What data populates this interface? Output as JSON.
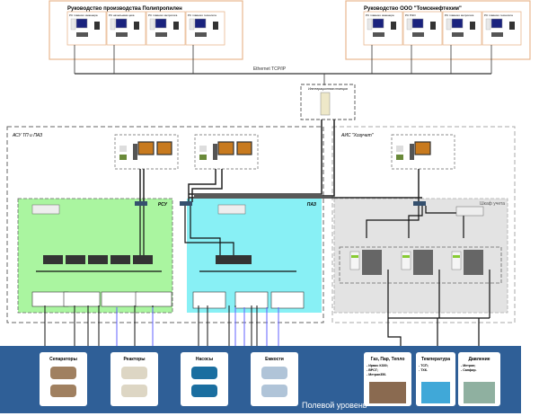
{
  "top_left": {
    "title": "Руководство производства Полипропилен",
    "stations": [
      "PC главного инженера",
      "PC начальника цеха",
      "PC главного метролога",
      "PC главного технолога"
    ]
  },
  "top_right": {
    "title": "Руководство ООО \"Томскнефтехим\"",
    "stations": [
      "PC главного инженера",
      "PC ПЭО",
      "PC главного метролога",
      "PC главного технолога"
    ]
  },
  "network": {
    "bus_label": "Ethernet TCP/IP",
    "integration_station": "Интеграционная станция"
  },
  "zones": {
    "asu": "АСУ ТП и ПАЗ",
    "ais": "АИС \"Хозучет\"",
    "rsu": "РСУ",
    "paz": "ПАЗ",
    "metering": "Шкаф учета"
  },
  "field": {
    "label": "Полевой уровень",
    "cards": [
      {
        "title": "Сепараторы",
        "lines": []
      },
      {
        "title": "Реакторы",
        "lines": []
      },
      {
        "title": "Насосы",
        "lines": []
      },
      {
        "title": "Емкости",
        "lines": []
      },
      {
        "title": "Газ, Пар, Тепло",
        "lines": [
          "- Ирвис К300;",
          "- ВРСГ;",
          "- Метран350."
        ]
      },
      {
        "title": "Температура",
        "lines": [
          "- ТСП;",
          "- ТХК."
        ]
      },
      {
        "title": "Давление",
        "lines": [
          "- Метран;",
          "- Сапфир."
        ]
      }
    ]
  },
  "colors": {
    "rsu": "#aaf5a0",
    "paz": "#88f0f5",
    "metering": "#e3e3e3",
    "field": "#2f5f97",
    "frame": "#e8b890"
  }
}
